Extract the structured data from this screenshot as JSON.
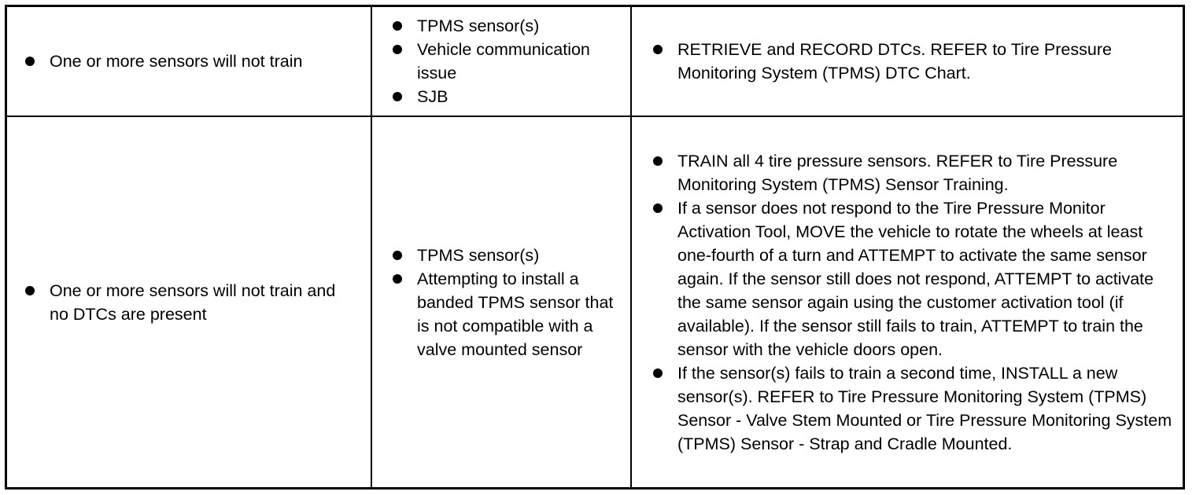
{
  "table": {
    "rows": [
      {
        "condition": [
          "One or more sensors will not train"
        ],
        "possible_sources": [
          "TPMS sensor(s)",
          "Vehicle communication issue",
          "SJB"
        ],
        "action": [
          "RETRIEVE and RECORD DTCs. REFER to Tire Pressure Monitoring System (TPMS) DTC Chart."
        ]
      },
      {
        "condition": [
          "One or more sensors will not train and no DTCs are present"
        ],
        "possible_sources": [
          "TPMS sensor(s)",
          "Attempting to install a banded TPMS sensor that is not compatible with a valve mounted sensor"
        ],
        "action": [
          "TRAIN all 4 tire pressure sensors. REFER to Tire Pressure Monitoring System (TPMS) Sensor Training.",
          "If a sensor does not respond to the Tire Pressure Monitor Activation Tool, MOVE the vehicle to rotate the wheels at least one-fourth of a turn and ATTEMPT to activate the same sensor again. If the sensor still does not respond, ATTEMPT to activate the same sensor again using the customer activation tool (if available). If the sensor still fails to train, ATTEMPT to train the sensor with the vehicle doors open.",
          "If the sensor(s) fails to train a second time, INSTALL a new sensor(s). REFER to Tire Pressure Monitoring System (TPMS) Sensor - Valve Stem Mounted or Tire Pressure Monitoring System (TPMS) Sensor - Strap and Cradle Mounted."
        ]
      }
    ]
  }
}
